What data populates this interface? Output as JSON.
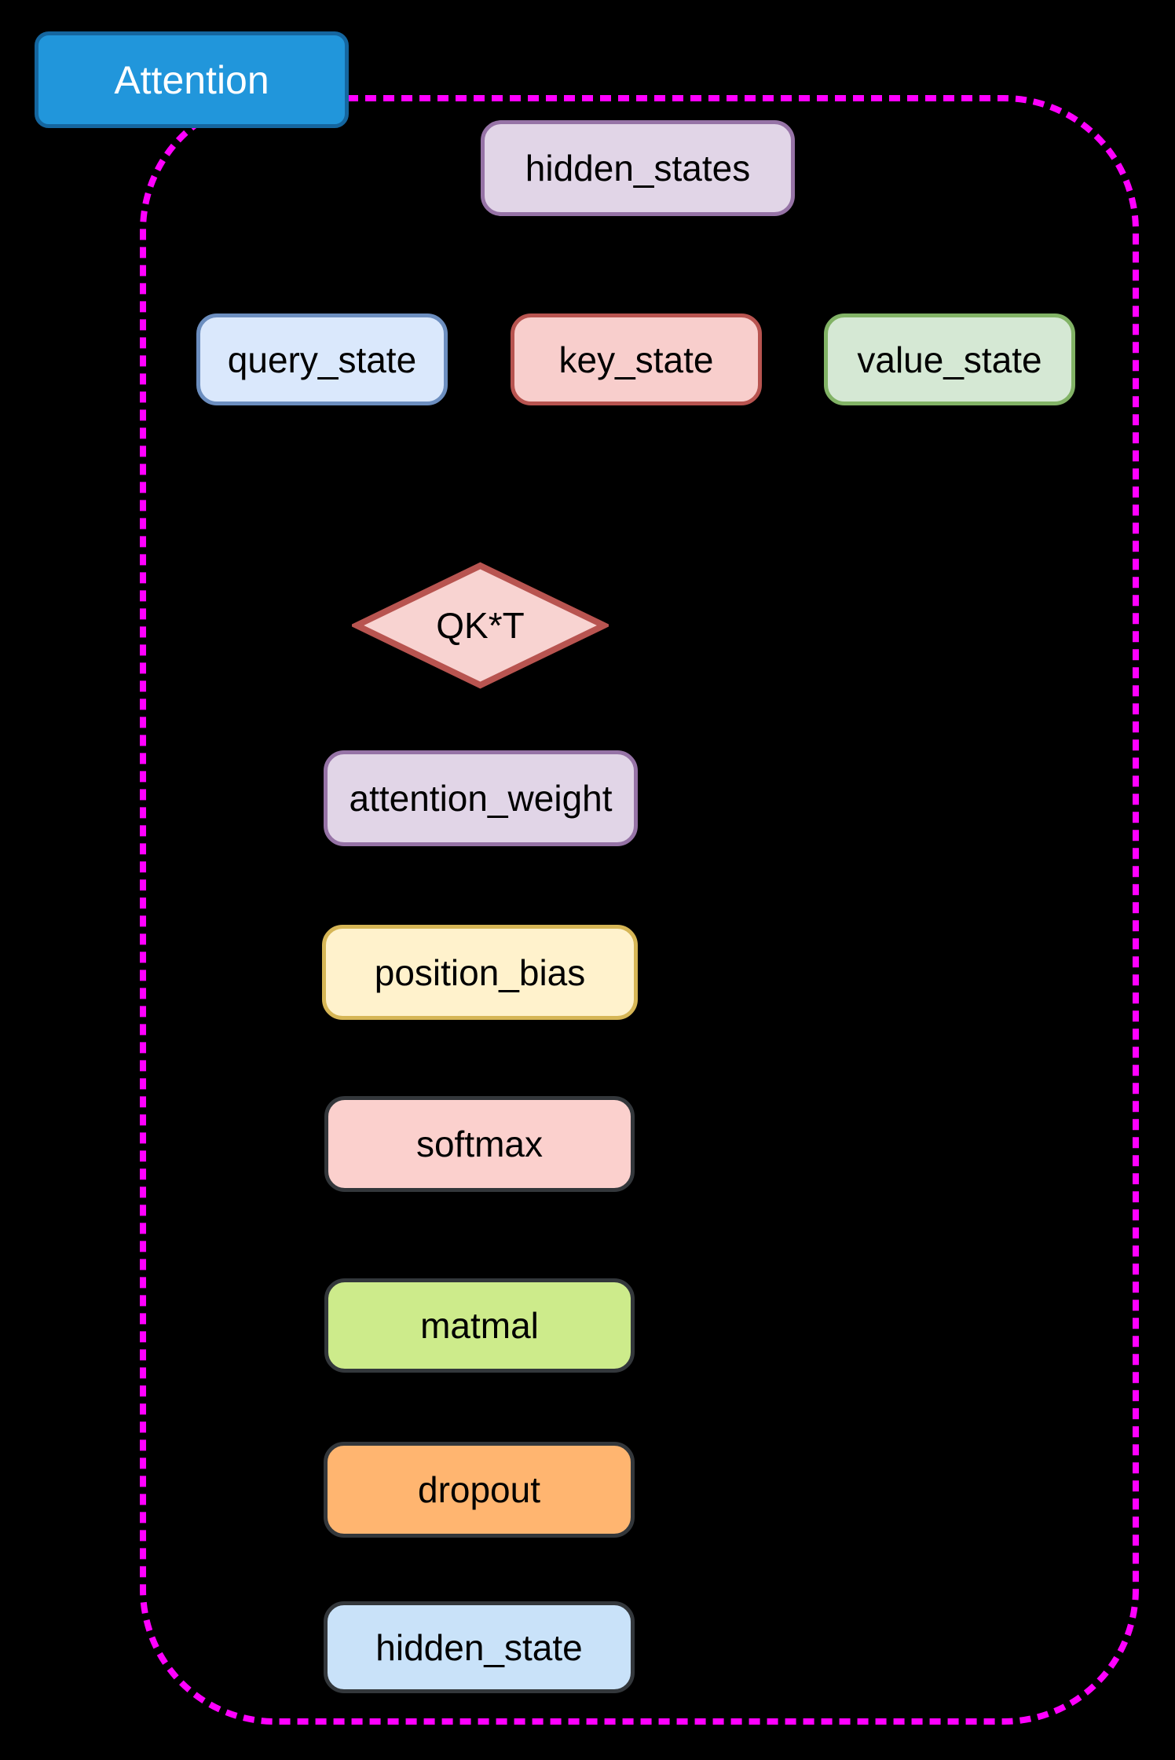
{
  "diagram": {
    "group": {
      "title": "Attention",
      "title_fill": "#2196db",
      "title_border": "#15669f",
      "title_text_color": "#ffffff",
      "border_color": "#ff00ff",
      "border_style": "dashed",
      "background": "#000000"
    },
    "nodes": {
      "hidden_states": {
        "label": "hidden_states",
        "shape": "rounded-rect",
        "fill": "#e1d5e7",
        "border": "#9673a6"
      },
      "query_state": {
        "label": "query_state",
        "shape": "rounded-rect",
        "fill": "#dae8fc",
        "border": "#6c8ebf"
      },
      "key_state": {
        "label": "key_state",
        "shape": "rounded-rect",
        "fill": "#f8cecc",
        "border": "#b85450"
      },
      "value_state": {
        "label": "value_state",
        "shape": "rounded-rect",
        "fill": "#d5e8d4",
        "border": "#82b366"
      },
      "qkt": {
        "label": "QK*T",
        "shape": "diamond",
        "fill": "#f8d3d1",
        "border": "#b85450"
      },
      "attention_weight": {
        "label": "attention_weight",
        "shape": "rounded-rect",
        "fill": "#e1d5e7",
        "border": "#9673a6"
      },
      "position_bias": {
        "label": "position_bias",
        "shape": "rounded-rect",
        "fill": "#fff2cc",
        "border": "#d6b656"
      },
      "softmax": {
        "label": "softmax",
        "shape": "rounded-rect",
        "fill": "#fbd0cd",
        "border": "#33373b"
      },
      "matmal": {
        "label": "matmal",
        "shape": "rounded-rect",
        "fill": "#cdeb8b",
        "border": "#33373b"
      },
      "dropout": {
        "label": "dropout",
        "shape": "rounded-rect",
        "fill": "#ffb570",
        "border": "#33373b"
      },
      "hidden_state": {
        "label": "hidden_state",
        "shape": "rounded-rect",
        "fill": "#c9e2f9",
        "border": "#33373b"
      }
    }
  }
}
